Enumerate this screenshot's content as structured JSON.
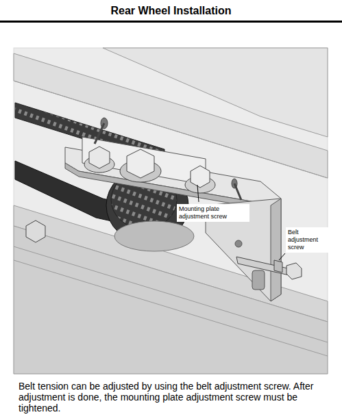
{
  "diagram": {
    "title": "Rear Wheel Installation",
    "caption": "Belt tension can be adjusted by using the belt adjustment screw. After adjustment is done, the mounting plate adjustment screw must be tightened.",
    "labels": [
      "Mounting plate adjustment screw",
      "Belt adjustment screw"
    ]
  }
}
